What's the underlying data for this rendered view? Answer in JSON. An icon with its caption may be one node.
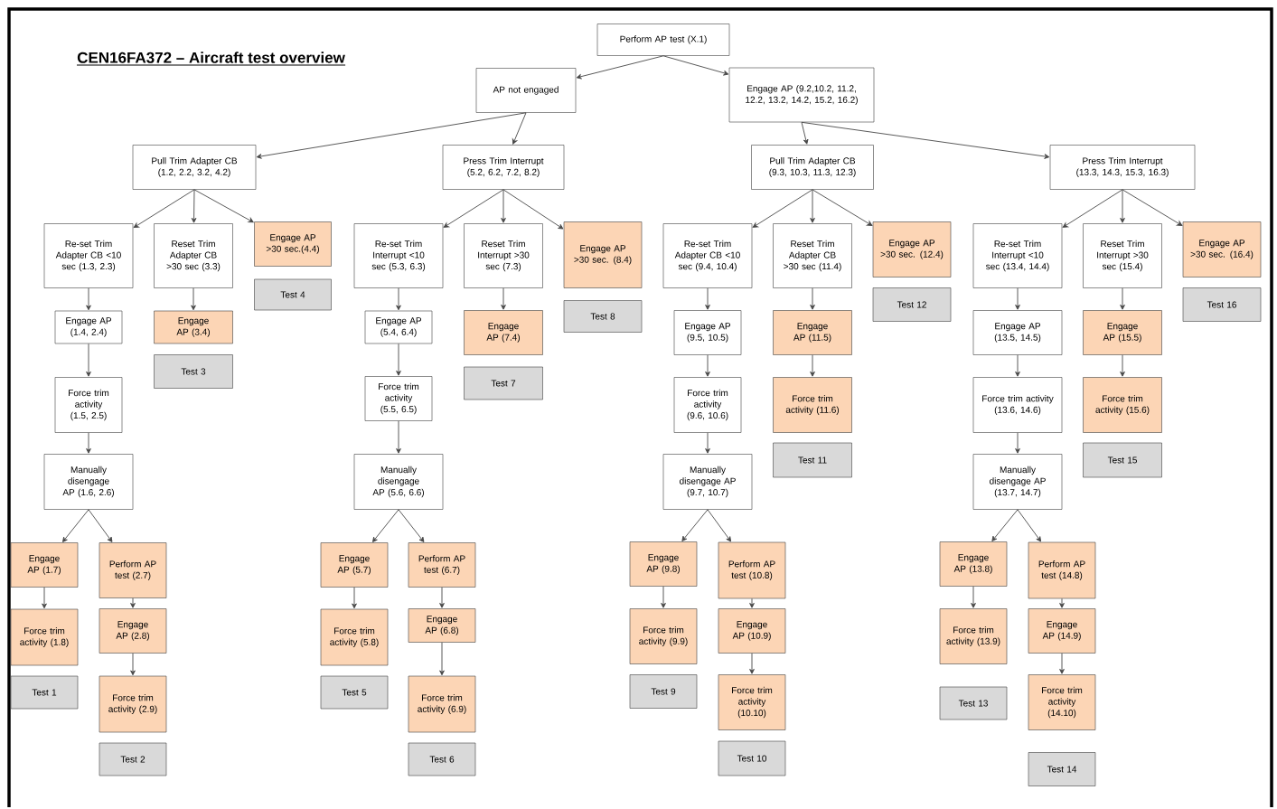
{
  "diagram": {
    "title": "CEN16FA372 – Aircraft test overview",
    "nodes": [
      {
        "text": [
          "Perform AP test (X.1)"
        ]
      },
      {
        "text": [
          "AP not engaged"
        ]
      },
      {
        "text": [
          "Engage AP (9.2,10.2, 11.2, 12.2, 13.2, 14.2, 15.2, 16.2)"
        ]
      },
      {
        "text": [
          "Pull Trim Adapter CB (1.2, 2.2, 3.2, 4.2)"
        ]
      },
      {
        "text": [
          "Press Trim Interrupt (5.2, 6.2, 7.2, 8.2)"
        ]
      },
      {
        "text": [
          "Pull Trim Adapter CB (9.3, 10.3, 11.3, 12.3)"
        ]
      },
      {
        "text": [
          "Press Trim Interrupt (13.3, 14.3, 15.3, 16.3)"
        ]
      },
      {
        "text": [
          "Re-set Trim Adapter CB <10 sec (1.3, 2.3)"
        ]
      },
      {
        "text": [
          "Engage AP (1.4, 2.4)"
        ]
      },
      {
        "text": [
          "Force trim activity (1.5, 2.5)"
        ]
      },
      {
        "text": [
          "Manually disengage AP (1.6, 2.6)"
        ]
      },
      {
        "text": [
          "Reset Trim Adapter CB >30 sec (3.3)"
        ]
      },
      {
        "text": [
          "Engage AP (3.4)"
        ]
      },
      {
        "text": [
          "Test 3"
        ]
      },
      {
        "text": [
          "Engage AP >30 sec.(4.4)"
        ]
      },
      {
        "text": [
          "Test 4"
        ]
      },
      {
        "text": [
          "Engage AP (1.7)"
        ]
      },
      {
        "text": [
          "Force trim activity (1.8)"
        ]
      },
      {
        "text": [
          "Test 1"
        ]
      },
      {
        "text": [
          "Perform AP test (2.7)"
        ]
      },
      {
        "text": [
          "Engage AP (2.8)"
        ]
      },
      {
        "text": [
          "Force trim activity (2.9)"
        ]
      },
      {
        "text": [
          "Test 2"
        ]
      },
      {
        "text": [
          "Re-set Trim Interrupt <10 sec (5.3, 6.3)"
        ]
      },
      {
        "text": [
          "Engage AP (5.4, 6.4)"
        ]
      },
      {
        "text": [
          "Force trim activity (5.5, 6.5)"
        ]
      },
      {
        "text": [
          "Manually disengage AP (5.6, 6.6)"
        ]
      },
      {
        "text": [
          "Reset Trim Interrupt >30 sec (7.3)"
        ]
      },
      {
        "text": [
          "Engage AP (7.4)"
        ]
      },
      {
        "text": [
          "Test 7"
        ]
      },
      {
        "text": [
          "Engage AP >30 sec. (8.4)"
        ]
      },
      {
        "text": [
          "Test 8"
        ]
      },
      {
        "text": [
          "Engage AP (5.7)"
        ]
      },
      {
        "text": [
          "Force trim activity (5.8)"
        ]
      },
      {
        "text": [
          "Test 5"
        ]
      },
      {
        "text": [
          "Perform AP test (6.7)"
        ]
      },
      {
        "text": [
          "Engage AP (6.8)"
        ]
      },
      {
        "text": [
          "Force trim activity (6.9)"
        ]
      },
      {
        "text": [
          "Test 6"
        ]
      },
      {
        "text": [
          "Re-set Trim Adapter CB <10 sec (9.4, 10.4)"
        ]
      },
      {
        "text": [
          "Engage AP (9.5, 10.5)"
        ]
      },
      {
        "text": [
          "Force trim activity (9.6, 10.6)"
        ]
      },
      {
        "text": [
          "Manually disengage AP (9.7, 10.7)"
        ]
      },
      {
        "text": [
          "Reset Trim Adapter CB >30 sec (11.4)"
        ]
      },
      {
        "text": [
          "Engage AP (11.5)"
        ]
      },
      {
        "text": [
          "Force trim activity (11.6)"
        ]
      },
      {
        "text": [
          "Test 11"
        ]
      },
      {
        "text": [
          "Engage AP >30 sec. (12.4)"
        ]
      },
      {
        "text": [
          "Test 12"
        ]
      },
      {
        "text": [
          "Engage AP (9.8)"
        ]
      },
      {
        "text": [
          "Force trim activity (9.9)"
        ]
      },
      {
        "text": [
          "Test 9"
        ]
      },
      {
        "text": [
          "Perform AP test (10.8)"
        ]
      },
      {
        "text": [
          "Engage AP (10.9)"
        ]
      },
      {
        "text": [
          "Force trim activity (10.10)"
        ]
      },
      {
        "text": [
          "Test 10"
        ]
      },
      {
        "text": [
          "Re-set Trim Interrupt <10 sec (13.4, 14.4)"
        ]
      },
      {
        "text": [
          "Engage AP (13.5, 14.5)"
        ]
      },
      {
        "text": [
          "Force trim activity (13.6, 14.6)"
        ]
      },
      {
        "text": [
          "Manually disengage AP (13.7, 14.7)"
        ]
      },
      {
        "text": [
          "Reset Trim Interrupt >30 sec (15.4)"
        ]
      },
      {
        "text": [
          "Engage AP (15.5)"
        ]
      },
      {
        "text": [
          "Force trim activity (15.6)"
        ]
      },
      {
        "text": [
          "Test 15"
        ]
      },
      {
        "text": [
          "Engage AP >30 sec. (16.4)"
        ]
      },
      {
        "text": [
          "Test 16"
        ]
      },
      {
        "text": [
          "Engage AP (13.8)"
        ]
      },
      {
        "text": [
          "Force trim activity (13.9)"
        ]
      },
      {
        "text": [
          "Test 13"
        ]
      },
      {
        "text": [
          "Perform AP test (14.8)"
        ]
      },
      {
        "text": [
          "Engage AP (14.9)"
        ]
      },
      {
        "text": [
          "Force trim activity (14.10)"
        ]
      },
      {
        "text": [
          "Test 14"
        ]
      }
    ],
    "edges": [
      {
        "from": 0,
        "to": 1,
        "arrow": "to"
      },
      {
        "from": 0,
        "to": 2,
        "arrow": "to"
      },
      {
        "from": 1,
        "to": 3,
        "arrow": "to"
      },
      {
        "from": 1,
        "to": 4,
        "arrow": "to"
      },
      {
        "from": 2,
        "to": 5,
        "arrow": "to"
      },
      {
        "from": 2,
        "to": 6,
        "arrow": "to"
      },
      {
        "from": 3,
        "to": 7,
        "arrow": "to"
      },
      {
        "from": 3,
        "to": 11,
        "arrow": "to"
      },
      {
        "from": 3,
        "to": 14,
        "arrow": "to"
      },
      {
        "from": 7,
        "to": 8,
        "arrow": "to"
      },
      {
        "from": 8,
        "to": 9,
        "arrow": "to"
      },
      {
        "from": 9,
        "to": 10,
        "arrow": "to"
      },
      {
        "from": 10,
        "to": 16,
        "arrow": "to"
      },
      {
        "from": 10,
        "to": 19,
        "arrow": "to"
      },
      {
        "from": 11,
        "to": 12,
        "arrow": "to"
      },
      {
        "from": 16,
        "to": 17,
        "arrow": "to"
      },
      {
        "from": 19,
        "to": 20,
        "arrow": "to"
      },
      {
        "from": 20,
        "to": 21,
        "arrow": "to"
      },
      {
        "from": 4,
        "to": 23,
        "arrow": "to"
      },
      {
        "from": 4,
        "to": 27,
        "arrow": "to"
      },
      {
        "from": 4,
        "to": 30,
        "arrow": "to"
      },
      {
        "from": 23,
        "to": 24,
        "arrow": "to"
      },
      {
        "from": 24,
        "to": 25,
        "arrow": "to"
      },
      {
        "from": 25,
        "to": 26,
        "arrow": "to"
      },
      {
        "from": 26,
        "to": 32,
        "arrow": "to"
      },
      {
        "from": 26,
        "to": 35,
        "arrow": "to"
      },
      {
        "from": 27,
        "to": 28,
        "arrow": "to"
      },
      {
        "from": 32,
        "to": 33,
        "arrow": "to"
      },
      {
        "from": 35,
        "to": 36,
        "arrow": "to"
      },
      {
        "from": 36,
        "to": 37,
        "arrow": "to"
      },
      {
        "from": 5,
        "to": 39,
        "arrow": "to"
      },
      {
        "from": 5,
        "to": 43,
        "arrow": "to"
      },
      {
        "from": 5,
        "to": 47,
        "arrow": "to"
      },
      {
        "from": 39,
        "to": 40,
        "arrow": "to"
      },
      {
        "from": 40,
        "to": 41,
        "arrow": "to"
      },
      {
        "from": 41,
        "to": 42,
        "arrow": "to"
      },
      {
        "from": 42,
        "to": 49,
        "arrow": "to"
      },
      {
        "from": 42,
        "to": 52,
        "arrow": "to"
      },
      {
        "from": 43,
        "to": 44,
        "arrow": "to"
      },
      {
        "from": 44,
        "to": 45,
        "arrow": "to"
      },
      {
        "from": 49,
        "to": 50,
        "arrow": "to"
      },
      {
        "from": 52,
        "to": 53,
        "arrow": "to"
      },
      {
        "from": 53,
        "to": 54,
        "arrow": "to"
      },
      {
        "from": 6,
        "to": 56,
        "arrow": "to"
      },
      {
        "from": 6,
        "to": 60,
        "arrow": "to"
      },
      {
        "from": 6,
        "to": 64,
        "arrow": "to"
      },
      {
        "from": 56,
        "to": 57,
        "arrow": "to"
      },
      {
        "from": 57,
        "to": 58,
        "arrow": "to"
      },
      {
        "from": 58,
        "to": 59,
        "arrow": "to"
      },
      {
        "from": 59,
        "to": 66,
        "arrow": "to"
      },
      {
        "from": 59,
        "to": 69,
        "arrow": "to"
      },
      {
        "from": 60,
        "to": 61,
        "arrow": "to"
      },
      {
        "from": 61,
        "to": 62,
        "arrow": "to"
      },
      {
        "from": 66,
        "to": 67,
        "arrow": "to"
      },
      {
        "from": 69,
        "to": 70,
        "arrow": "to"
      },
      {
        "from": 70,
        "to": 71,
        "arrow": "to"
      }
    ]
  }
}
